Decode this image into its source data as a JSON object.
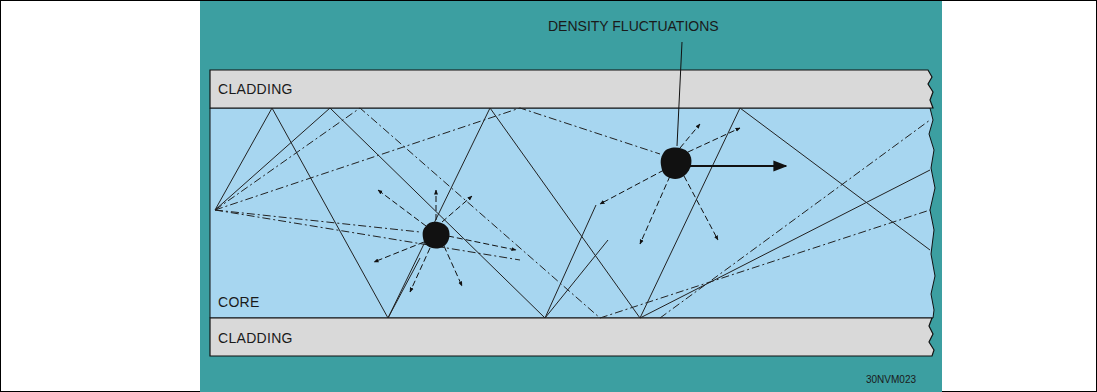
{
  "diagram": {
    "nodes": [
      {
        "text": [
          "CLADDING"
        ]
      },
      {
        "text": [
          "CORE"
        ]
      },
      {
        "text": [
          "CLADDING"
        ]
      }
    ],
    "labels": [
      "DENSITY FLUCTUATIONS",
      "30NVM023"
    ]
  }
}
